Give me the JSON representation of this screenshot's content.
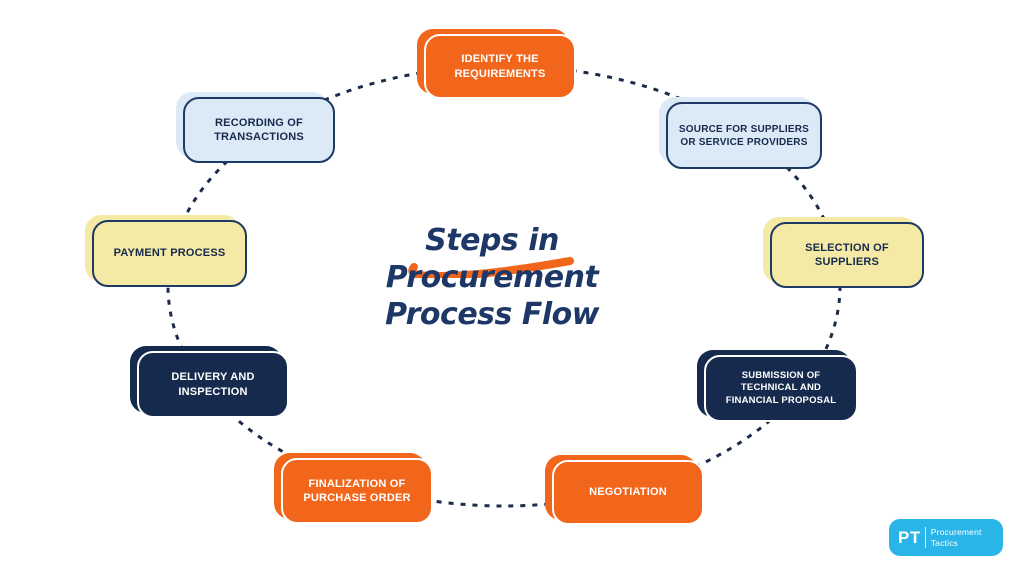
{
  "title": {
    "line1": "Steps in",
    "line2": "Procurement",
    "line3": "Process Flow"
  },
  "steps": [
    {
      "id": "identify-the-requirements",
      "label": "IDENTIFY THE REQUIREMENTS",
      "variant": "orange"
    },
    {
      "id": "source-for-suppliers",
      "label": "SOURCE FOR SUPPLIERS OR SERVICE PROVIDERS",
      "variant": "blue"
    },
    {
      "id": "selection-of-suppliers",
      "label": "SELECTION OF SUPPLIERS",
      "variant": "yellow"
    },
    {
      "id": "submission-of-proposal",
      "label": "SUBMISSION OF TECHNICAL AND FINANCIAL PROPOSAL",
      "variant": "navy"
    },
    {
      "id": "negotiation",
      "label": "NEGOTIATION",
      "variant": "orange"
    },
    {
      "id": "finalization-of-purchase-order",
      "label": "FINALIZATION OF PURCHASE ORDER",
      "variant": "orange"
    },
    {
      "id": "delivery-and-inspection",
      "label": "DELIVERY AND INSPECTION",
      "variant": "navy"
    },
    {
      "id": "payment-process",
      "label": "PAYMENT PROCESS",
      "variant": "yellow"
    },
    {
      "id": "recording-of-transactions",
      "label": "RECORDING OF TRANSACTIONS",
      "variant": "blue"
    }
  ],
  "logo": {
    "abbr": "PT",
    "line1": "Procurement",
    "line2": "Tactics"
  },
  "colors": {
    "orange": "#F2661C",
    "navy": "#152A4D",
    "light_blue": "#DCE9F6",
    "cream_yellow": "#F5E9A6",
    "border_navy": "#1C3A63",
    "title_navy": "#1D3866",
    "connector_navy": "#1C2B4A",
    "logo_blue": "#29B5E8",
    "background": "#FFFFFF"
  }
}
